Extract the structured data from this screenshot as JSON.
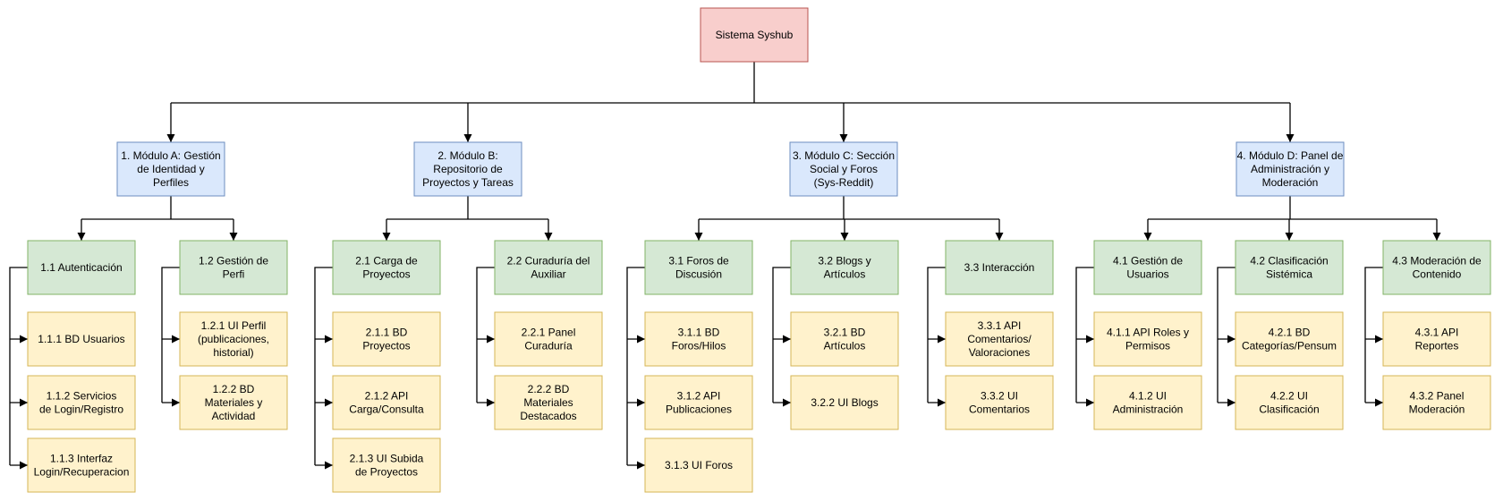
{
  "colors": {
    "root_fill": "#f8cecc",
    "root_stroke": "#b85450",
    "module_fill": "#dae8fc",
    "module_stroke": "#6c8ebf",
    "submodule_fill": "#d5e8d4",
    "submodule_stroke": "#82b366",
    "task_fill": "#fff2cc",
    "task_stroke": "#d6b656",
    "line": "#000000"
  },
  "root": {
    "label": "Sistema Syshub"
  },
  "modules": [
    {
      "label": "1. Módulo A: Gestión de Identidad y Perfiles",
      "submodules": [
        {
          "label": "1.1 Autenticación",
          "tasks": [
            "1.1.1 BD Usuarios",
            "1.1.2 Servicios de Login/Registro",
            "1.1.3 Interfaz Login/Recuperacion"
          ]
        },
        {
          "label": "1.2 Gestión de Perfi",
          "tasks": [
            "1.2.1 UI Perfil (publicaciones, historial)",
            "1.2.2 BD Materiales y Actividad"
          ]
        }
      ]
    },
    {
      "label": "2. Módulo B: Repositorio de Proyectos y Tareas",
      "submodules": [
        {
          "label": "2.1 Carga de Proyectos",
          "tasks": [
            "2.1.1 BD Proyectos",
            "2.1.2 API Carga/Consulta",
            "2.1.3 UI Subida de Proyectos"
          ]
        },
        {
          "label": "2.2  Curaduría del Auxiliar",
          "tasks": [
            "2.2.1 Panel Curaduría",
            "2.2.2 BD Materiales Destacados"
          ]
        }
      ]
    },
    {
      "label": "3. Módulo C: Sección Social y Foros (Sys-Reddit)",
      "submodules": [
        {
          "label": "3.1 Foros de Discusión",
          "tasks": [
            "3.1.1 BD Foros/Hilos",
            "3.1.2 API Publicaciones",
            "3.1.3 UI Foros"
          ]
        },
        {
          "label": "3.2 Blogs y Artículos",
          "tasks": [
            "3.2.1 BD Artículos",
            "3.2.2 UI Blogs"
          ]
        },
        {
          "label": "3.3 Interacción",
          "tasks": [
            "3.3.1 API Comentarios/ Valoraciones",
            "3.3.2 UI Comentarios"
          ]
        }
      ]
    },
    {
      "label": "4. Módulo D: Panel de Administración y Moderación",
      "submodules": [
        {
          "label": "4.1 Gestión de Usuarios",
          "tasks": [
            "4.1.1 API Roles y Permisos",
            "4.1.2 UI Administración"
          ]
        },
        {
          "label": "4.2 Clasificación Sistémica",
          "tasks": [
            "4.2.1 BD Categorías/Pensum",
            "4.2.2 UI Clasificación"
          ]
        },
        {
          "label": "4.3 Moderación de Contenido",
          "tasks": [
            "4.3.1 API Reportes",
            "4.3.2 Panel Moderación"
          ]
        }
      ]
    }
  ]
}
